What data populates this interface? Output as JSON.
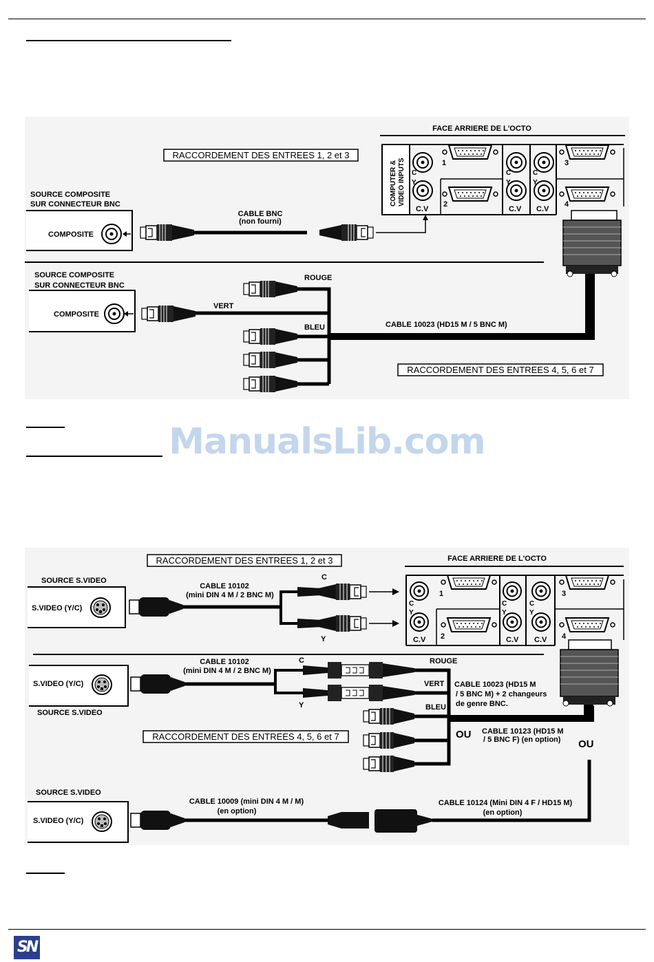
{
  "watermark": "ManualsLib.com",
  "diagram1": {
    "face_title": "FACE ARRIERE DE L'OCTO",
    "heading_a": "RACCORDEMENT DES ENTREES 1, 2 et 3",
    "heading_b": "RACCORDEMENT DES ENTREES 4, 5, 6 et 7",
    "input_panel_label_1": "COMPUTER &",
    "input_panel_label_2": "VIDEO INPUTS",
    "port_c": "C",
    "port_y": "Y",
    "port_cv": "C.V",
    "num1": "1",
    "num2": "2",
    "num3": "3",
    "num4": "4",
    "source1_line1": "SOURCE COMPOSITE",
    "source1_line2": "SUR CONNECTEUR BNC",
    "source1_label": "COMPOSITE",
    "cable_bnc_1": "CABLE BNC",
    "cable_bnc_2": "(non fourni)",
    "source2_line1": "SOURCE COMPOSITE",
    "source2_line2": "SUR CONNECTEUR BNC",
    "source2_label": "COMPOSITE",
    "rouge": "ROUGE",
    "vert": "VERT",
    "bleu": "BLEU",
    "cable_10023": "CABLE 10023   (HD15 M  / 5 BNC M)"
  },
  "diagram2": {
    "heading_a": "RACCORDEMENT DES ENTREES 1, 2 et 3",
    "heading_b": "RACCORDEMENT DES ENTREES 4, 5, 6 et 7",
    "face_title": "FACE ARRIERE DE L'OCTO",
    "port_c": "C",
    "port_y": "Y",
    "port_cv": "C.V",
    "num1": "1",
    "num2": "2",
    "num3": "3",
    "num4": "4",
    "source_svideo": "SOURCE S.VIDEO",
    "svideo_label": "S.VIDEO (Y/C)",
    "cable_10102_1": "CABLE 10102",
    "cable_10102_2": "(mini DIN 4 M / 2 BNC M)",
    "c": "C",
    "y": "Y",
    "rouge": "ROUGE",
    "vert": "VERT",
    "bleu": "BLEU",
    "cable_10023_1": "CABLE 10023   (HD15 M",
    "cable_10023_2": "/ 5 BNC M) + 2 changeurs",
    "cable_10023_3": "de genre BNC.",
    "ou": "OU",
    "cable_10123_1": "CABLE 10123 (HD15 M",
    "cable_10123_2": "/ 5 BNC F)   (en option)",
    "cable_10009_1": "CABLE 10009 (mini DIN 4 M / M)",
    "cable_10009_2": "(en option)",
    "cable_10124_1": "CABLE 10124 (Mini DIN 4 F / HD15 M)",
    "cable_10124_2": "(en option)"
  },
  "footer_logo": "SN"
}
